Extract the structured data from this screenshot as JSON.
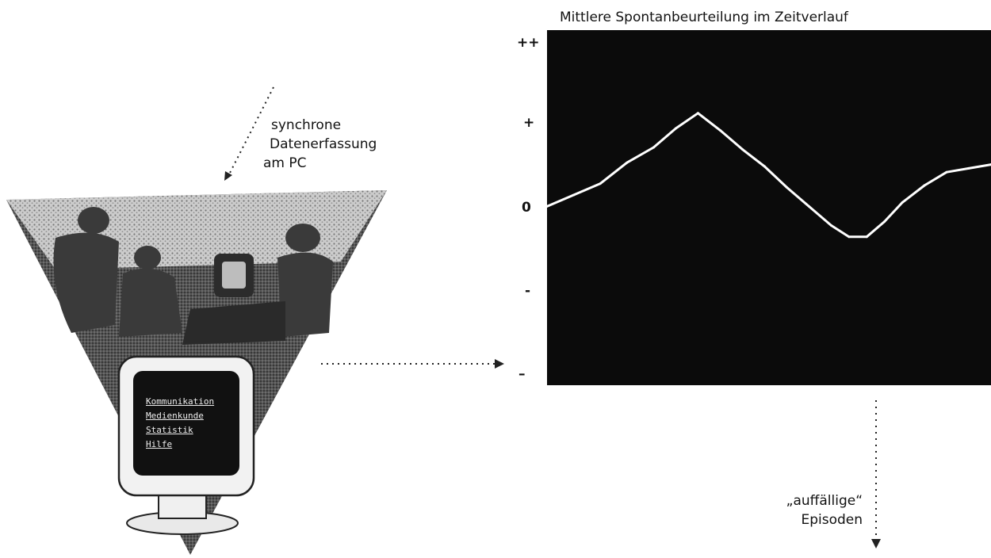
{
  "sync_label": {
    "line1": "synchrone",
    "line2": "Datenerfassung",
    "line3": "am PC"
  },
  "chart": {
    "title": "Mittlere Spontanbeurteilung im Zeitverlauf",
    "ticks": [
      "++",
      "+",
      "0",
      "-",
      "–"
    ]
  },
  "episodes_label": {
    "line1": "„auffällige“",
    "line2": "Episoden"
  },
  "monitor_menu": [
    "Kommunikation",
    "Medienkunde",
    "Statistik",
    "Hilfe"
  ],
  "chart_data": {
    "type": "line",
    "title": "Mittlere Spontanbeurteilung im Zeitverlauf",
    "y_ticks": [
      "++",
      "+",
      "0",
      "-",
      "–"
    ],
    "series": [
      {
        "values": [
          [
            0,
            -0.05
          ],
          [
            6,
            0.25
          ],
          [
            12,
            0.55
          ],
          [
            18,
            1.1
          ],
          [
            24,
            1.5
          ],
          [
            29,
            2.0
          ],
          [
            34,
            2.4
          ],
          [
            39,
            1.95
          ],
          [
            44,
            1.45
          ],
          [
            49,
            1.0
          ],
          [
            54,
            0.45
          ],
          [
            59,
            -0.05
          ],
          [
            64,
            -0.55
          ],
          [
            68,
            -0.85
          ],
          [
            72,
            -0.85
          ],
          [
            76,
            -0.45
          ],
          [
            80,
            0.05
          ],
          [
            85,
            0.5
          ],
          [
            90,
            0.85
          ],
          [
            95,
            0.95
          ],
          [
            100,
            1.05
          ]
        ]
      }
    ],
    "grid": false,
    "background": "#0b0b0b",
    "line_color": "#ffffff"
  }
}
